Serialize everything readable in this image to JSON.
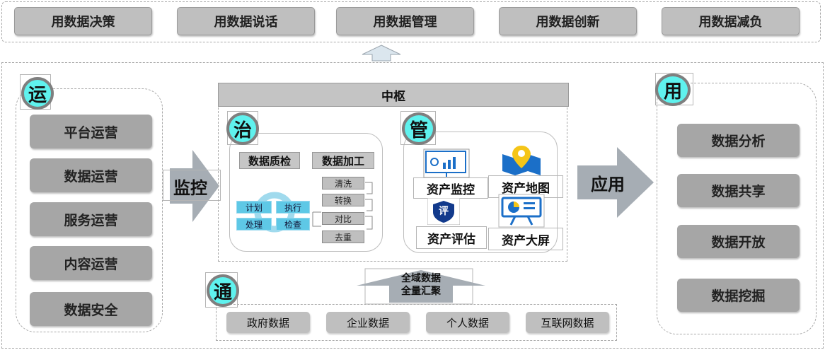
{
  "top_bar": {
    "items": [
      "用数据决策",
      "用数据说话",
      "用数据管理",
      "用数据创新",
      "用数据减负"
    ]
  },
  "ops": {
    "badge": "运",
    "items": [
      "平台运营",
      "数据运营",
      "服务运营",
      "内容运营",
      "数据安全"
    ]
  },
  "monitor_label": "监控",
  "hub": {
    "title": "中枢",
    "govern": {
      "badge": "治",
      "quality": "数据质检",
      "processing": "数据加工",
      "cycle": [
        "计划",
        "执行",
        "处理",
        "检查"
      ],
      "steps": [
        "清洗",
        "转换",
        "对比",
        "去重"
      ]
    },
    "manage": {
      "badge": "管",
      "items": [
        "资产监控",
        "资产地图",
        "资产评估",
        "资产大屏"
      ],
      "eval_icon_char": "评"
    }
  },
  "apply_label": "应用",
  "use": {
    "badge": "用",
    "items": [
      "数据分析",
      "数据共享",
      "数据开放",
      "数据挖掘"
    ]
  },
  "tong": {
    "badge": "通",
    "arrow_lines": [
      "全域数据",
      "全量汇聚"
    ],
    "sources": [
      "政府数据",
      "企业数据",
      "个人数据",
      "互联网数据"
    ]
  },
  "colors": {
    "badge_fill": "#5ff2ee",
    "button_gray": "#a6a6a6",
    "arrow_gray": "#a6adb4",
    "icon_blue": "#1b6fc8",
    "icon_yellow": "#f5c518"
  }
}
